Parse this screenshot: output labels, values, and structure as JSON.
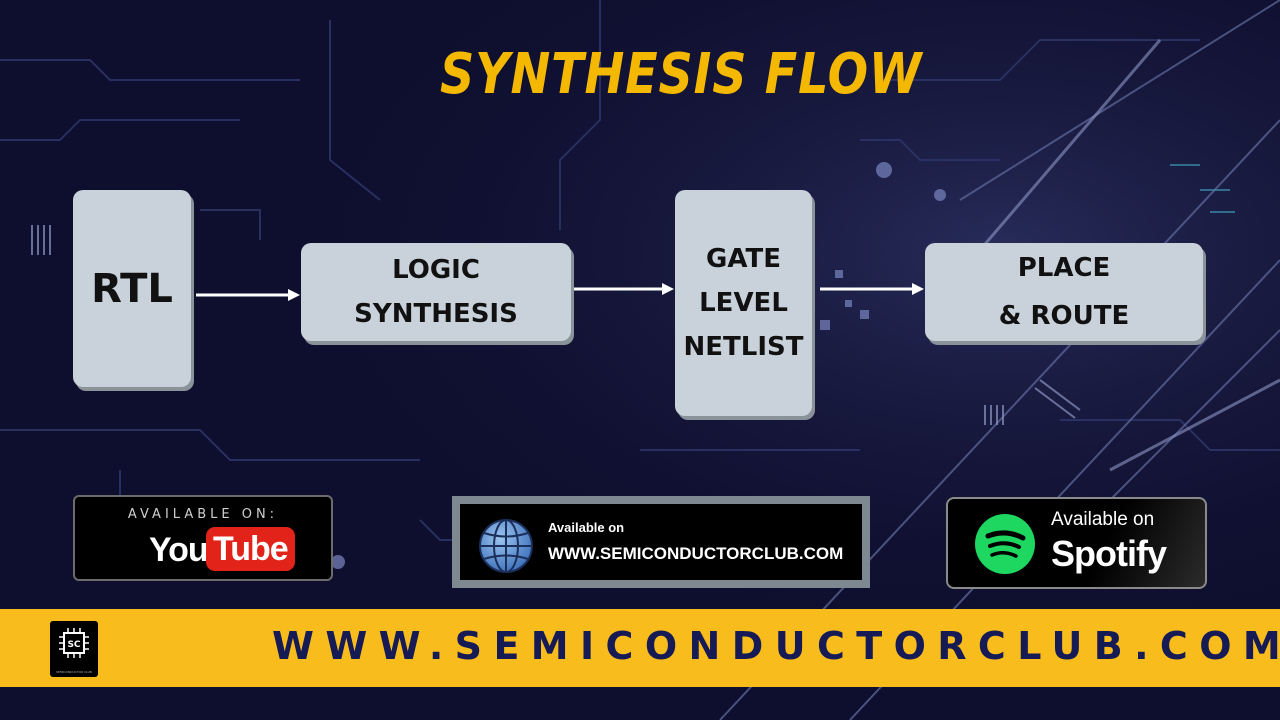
{
  "title": "SYNTHESIS FLOW",
  "flow": {
    "rtl": "RTL",
    "logic_synthesis": [
      "LOGIC",
      "SYNTHESIS"
    ],
    "gate_level_netlist": [
      "GATE",
      "LEVEL",
      "NETLIST"
    ],
    "place_route": [
      "PLACE",
      "& ROUTE"
    ]
  },
  "badges": {
    "youtube": {
      "available": "AVAILABLE ON:",
      "you": "You",
      "tube": "Tube"
    },
    "website": {
      "available": "Available on",
      "url": "WWW.SEMICONDUCTORCLUB.COM"
    },
    "spotify": {
      "available": "Available on",
      "name": "Spotify"
    }
  },
  "footer": {
    "url": "WWW.SEMICONDUCTORCLUB.COM",
    "logo_text": "SC",
    "logo_caption": "SEMICONDUCTOR CLUB"
  },
  "colors": {
    "background": "#0e0e2e",
    "title": "#f5b800",
    "box": "#c9d2da",
    "footer_band": "#f8bd1c",
    "footer_text": "#161a55",
    "youtube_red": "#e2231a",
    "spotify_green": "#1ed760"
  },
  "icons": [
    "arrow-icon",
    "globe-icon",
    "spotify-icon",
    "chip-logo-icon"
  ]
}
